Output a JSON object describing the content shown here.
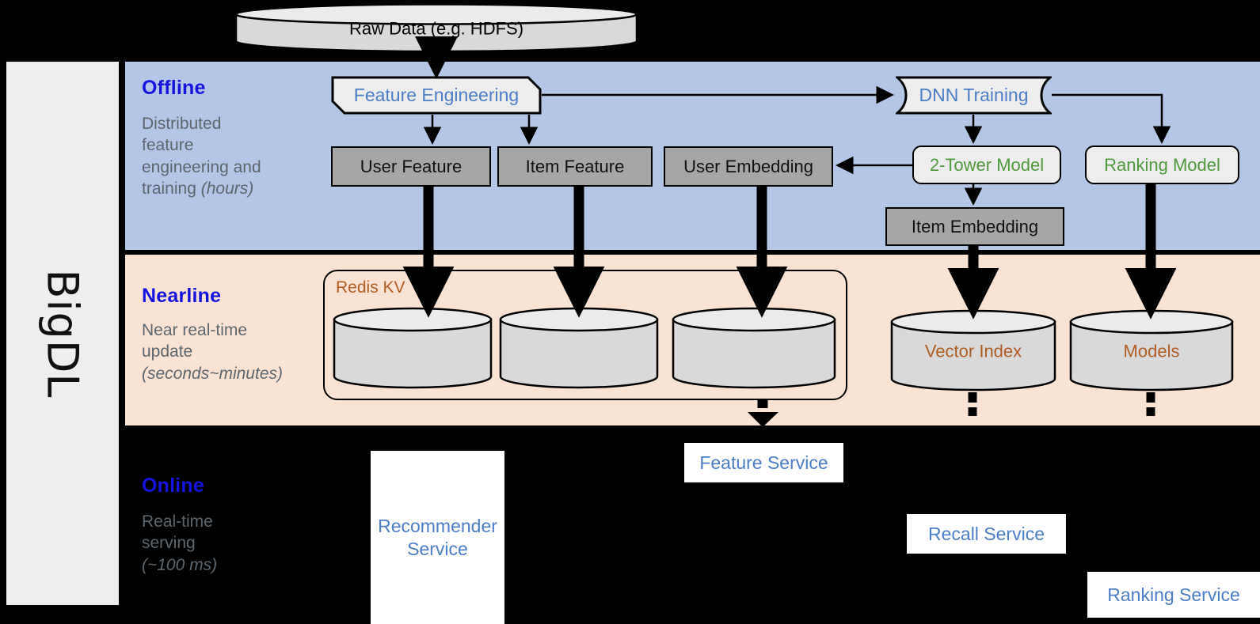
{
  "framework": {
    "name": "BigDL"
  },
  "top": {
    "raw_data": "Raw Data (e.g. HDFS)"
  },
  "bands": [
    {
      "id": "offline",
      "title": "Offline",
      "subtitle_lines": [
        "Distributed",
        "feature",
        "engineering and",
        "training "
      ],
      "subtitle_italic": "(hours)",
      "bg": "#b3c6e7"
    },
    {
      "id": "nearline",
      "title": "Nearline",
      "subtitle_lines": [
        "Near real-time",
        "update"
      ],
      "subtitle_italic": "(seconds~minutes)",
      "bg": "#fae3d2"
    },
    {
      "id": "online",
      "title": "Online",
      "subtitle_lines": [
        "Real-time",
        "serving"
      ],
      "subtitle_italic": "(~100 ms)",
      "bg": "#000000"
    }
  ],
  "offline": {
    "feature_engineering": "Feature Engineering",
    "dnn_training": "DNN Training",
    "user_feature": "User Feature",
    "item_feature": "Item Feature",
    "user_embedding": "User Embedding",
    "two_tower_model": "2-Tower Model",
    "ranking_model": "Ranking Model",
    "item_embedding": "Item Embedding"
  },
  "nearline": {
    "redis_kv": "Redis KV",
    "store_1": "",
    "store_2": "",
    "store_3": "",
    "vector_index": "Vector Index",
    "models": "Models"
  },
  "online": {
    "recommender_service": "Recommender Service",
    "feature_service": "Feature Service",
    "recall_service": "Recall Service",
    "ranking_service": "Ranking Service"
  },
  "colors": {
    "offline_bg": "#b3c6e7",
    "nearline_bg": "#fae3d2",
    "online_bg": "#000000",
    "rail_bg": "#eeeeee",
    "data_box": "#a6a6a6",
    "model_box": "#ededed",
    "band_title": "#1414e0",
    "band_sub": "#5c666e",
    "blue_text": "#4a7ec7",
    "green_text": "#4e9a3a",
    "brown_text": "#b15c20",
    "cylinder_body": "#d9d9d9",
    "cylinder_top": "#ebebeb"
  }
}
